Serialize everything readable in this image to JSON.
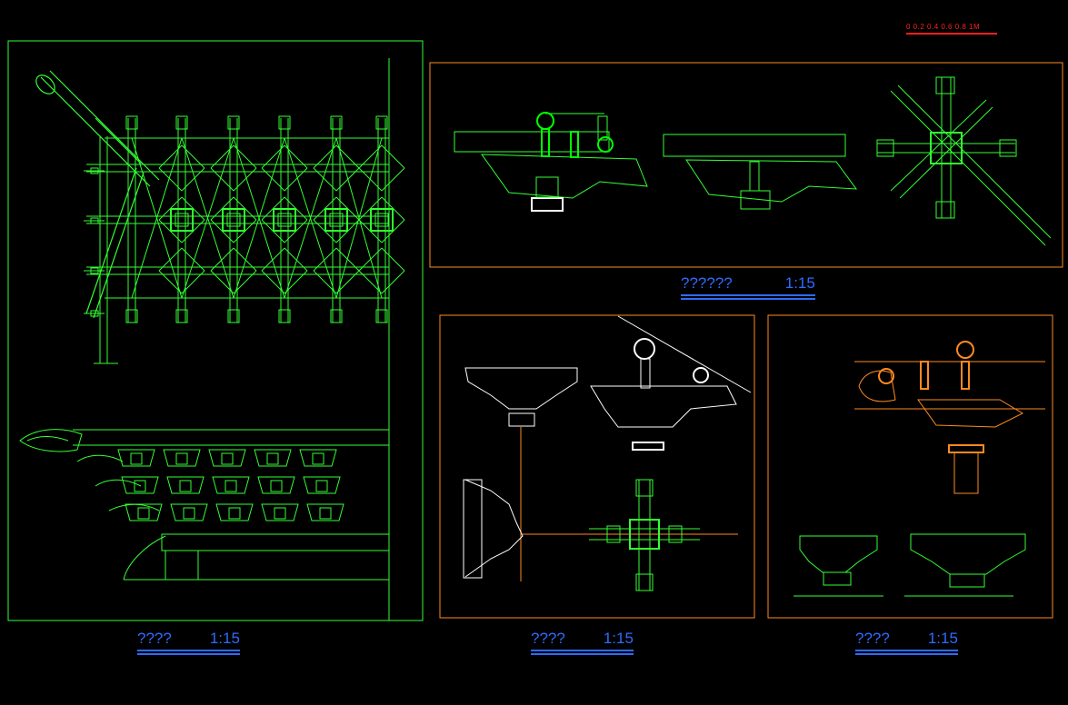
{
  "scale_bar": {
    "label": "0  0.2 0.4 0.6 0.8 1M"
  },
  "captions": [
    {
      "title": "????",
      "scale": "1:15"
    },
    {
      "title": "??????",
      "scale": "1:15"
    },
    {
      "title": "????",
      "scale": "1:15"
    },
    {
      "title": "????",
      "scale": "1:15"
    }
  ],
  "colors": {
    "green": "#33ff33",
    "bright_green": "#00ff00",
    "white": "#ffffff",
    "orange": "#ff8a1f",
    "blue": "#2f6bff",
    "red": "#ff2020",
    "background": "#000000"
  }
}
